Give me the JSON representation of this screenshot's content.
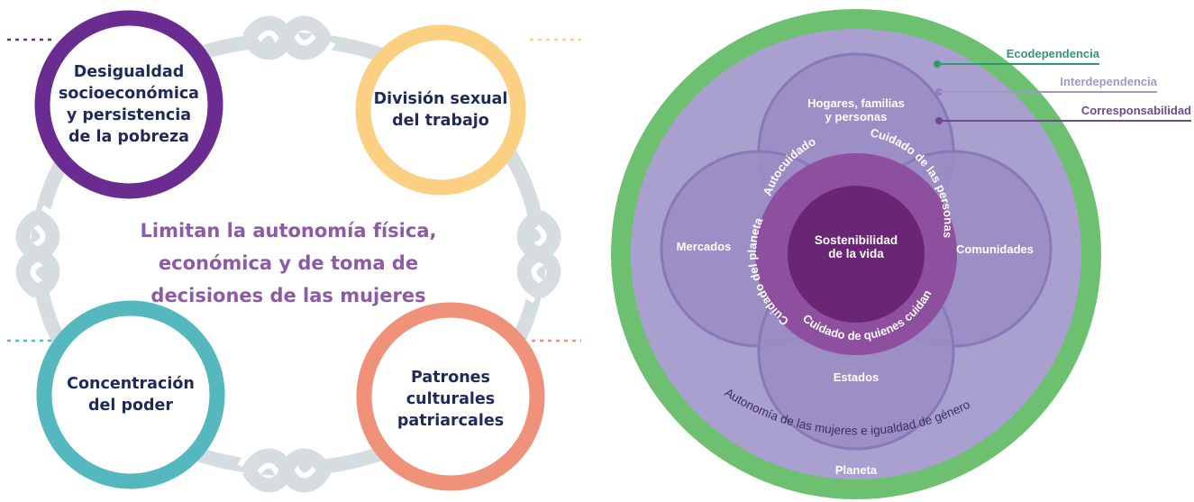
{
  "left": {
    "circles": [
      {
        "id": "desigualdad",
        "text": "Desigualdad\nsocioeconómica\ny persistencia\nde la pobreza",
        "color": "#6b2c91"
      },
      {
        "id": "division",
        "text": "División sexual\ndel trabajo",
        "color": "#fbd083"
      },
      {
        "id": "concentracion",
        "text": "Concentración\ndel poder",
        "color": "#54b8be"
      },
      {
        "id": "patrones",
        "text": "Patrones\nculturales\npatriarcales",
        "color": "#f0917a"
      }
    ],
    "center_text": "Limitan la autonomía física,\neconómica y de toma de\ndecisiones de las mujeres",
    "center_color": "#8d5ba6",
    "knot_color": "#d5dde0"
  },
  "right": {
    "legend": [
      {
        "id": "ecodependencia",
        "label": "Ecodependencia",
        "color": "#2e9a6e"
      },
      {
        "id": "interdependencia",
        "label": "Interdependencia",
        "color": "#a496c9"
      },
      {
        "id": "corresponsabilidad",
        "label": "Corresponsabilidad",
        "color": "#6a4c8f"
      }
    ],
    "planeta": "Planeta",
    "autonomia": "Autonomía de las mujeres e igualdad de género",
    "hogares": "Hogares, familias\ny personas",
    "mercados": "Mercados",
    "comunidades": "Comunidades",
    "estados": "Estados",
    "ring_texts": {
      "autocuidado": "Autocuidado",
      "cuidado_personas": "Cuidado de las personas",
      "cuidado_quienes": "Cuidado de quienes cuidan",
      "cuidado_planeta": "Cuidado del planeta"
    },
    "center": "Sostenibilidad\nde la vida",
    "colors": {
      "green": "#6cc070",
      "lavender": "#a9a0d0",
      "petal": "#9a8dc4",
      "petal_stroke": "#857ab6",
      "ring": "#8e4f9e",
      "core": "#6b2575"
    }
  }
}
